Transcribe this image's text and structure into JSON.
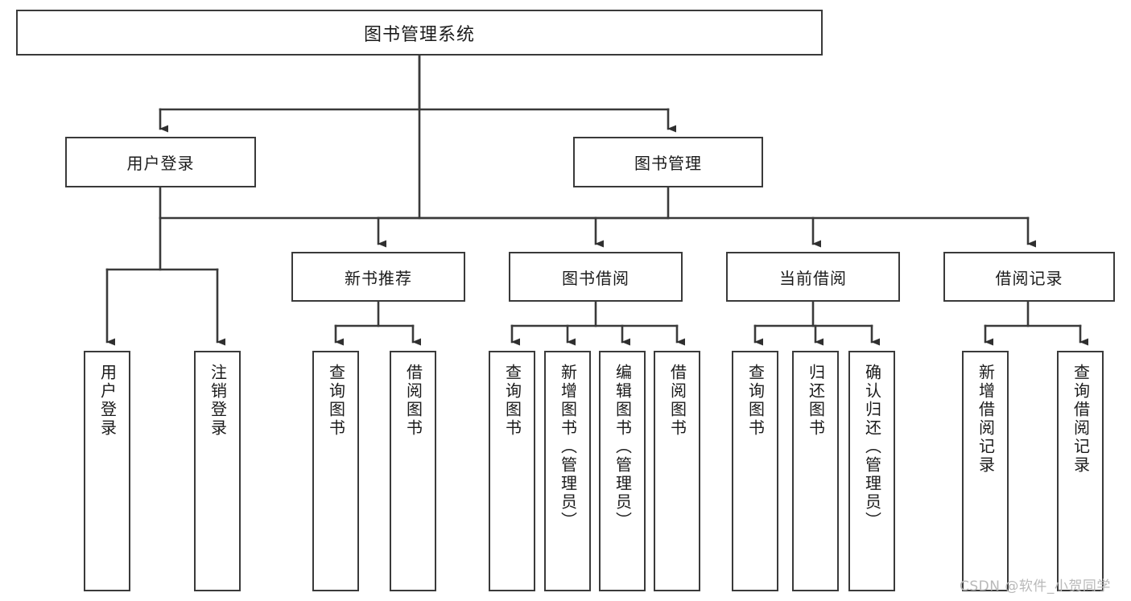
{
  "diagram": {
    "type": "tree",
    "title": "图书管理系统",
    "root": {
      "label": "图书管理系统"
    },
    "level1": [
      {
        "label": "用户登录"
      },
      {
        "label": "图书管理"
      }
    ],
    "level2": [
      {
        "label": "新书推荐"
      },
      {
        "label": "图书借阅"
      },
      {
        "label": "当前借阅"
      },
      {
        "label": "借阅记录"
      }
    ],
    "leaves": [
      {
        "label": "用户登录",
        "parent": "用户登录"
      },
      {
        "label": "注销登录",
        "parent": "用户登录"
      },
      {
        "label": "查询图书",
        "parent": "新书推荐"
      },
      {
        "label": "借阅图书",
        "parent": "新书推荐"
      },
      {
        "label": "查询图书",
        "parent": "图书借阅"
      },
      {
        "label": "新增图书（管理员）",
        "parent": "图书借阅"
      },
      {
        "label": "编辑图书（管理员）",
        "parent": "图书借阅"
      },
      {
        "label": "借阅图书",
        "parent": "图书借阅"
      },
      {
        "label": "查询图书",
        "parent": "当前借阅"
      },
      {
        "label": "归还图书",
        "parent": "当前借阅"
      },
      {
        "label": "确认归还（管理员）",
        "parent": "当前借阅"
      },
      {
        "label": "新增借阅记录",
        "parent": "借阅记录"
      },
      {
        "label": "查询借阅记录",
        "parent": "借阅记录"
      }
    ]
  },
  "watermark": {
    "text": "CSDN @软件_小贺同学"
  },
  "colors": {
    "stroke": "#3a3a3a",
    "background": "#ffffff",
    "text": "#1b1b1b",
    "watermark": "#b9b9b9"
  }
}
